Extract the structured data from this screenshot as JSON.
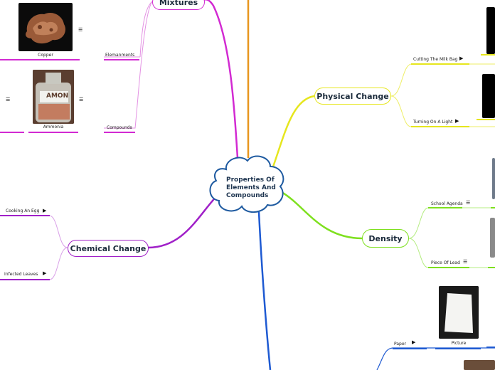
{
  "central_topic": {
    "line1": "Properties Of",
    "line2": "Elements And",
    "line3": "Compounds"
  },
  "branches": {
    "mixtures": {
      "label": "Mixtures",
      "color": "#d22ad2"
    },
    "physical_change": {
      "label": "Physical Change",
      "color": "#e6e61e"
    },
    "density": {
      "label": "Density",
      "color": "#7ee01e"
    },
    "chemical_change": {
      "label": "Chemical Change",
      "color": "#a020c8"
    },
    "top_line_color": "#e8961e",
    "bottom_line_color": "#1e5ad2"
  },
  "subtopics": {
    "elemanments": "Elemanments",
    "compounds": "Compounds",
    "cutting_milk_bag": "Cutting The Milk Bag",
    "turning_on_light": "Turning On A Light",
    "school_agenda": "School Agenda",
    "piece_of_lead": "Piece Of Lead",
    "cooking_an_egg": "Cooking An Egg",
    "infected_leaves": "Infected Leaves",
    "paper": "Paper"
  },
  "captions": {
    "copper": "Copper",
    "ammonia": "Ammonia",
    "picture": "Picture",
    "ammonia_bottle_text": "AMON"
  },
  "icons": {
    "notes": "☰",
    "play": "▶"
  }
}
